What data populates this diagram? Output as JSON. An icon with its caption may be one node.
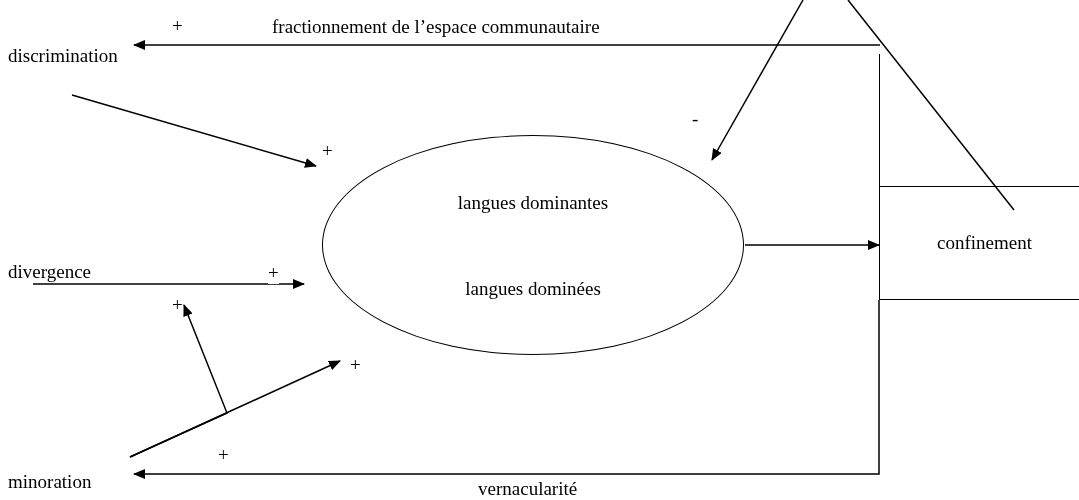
{
  "diagram": {
    "nodes": [
      {
        "text": [
          "discrimination"
        ]
      },
      {
        "text": [
          "langues dominantes",
          "langues dominées"
        ]
      },
      {
        "text": [
          "divergence"
        ]
      },
      {
        "text": [
          "minoration"
        ]
      },
      {
        "text": [
          "confinement"
        ]
      },
      {
        "text": [],
        "shape": "triangle"
      }
    ],
    "edges": [
      {
        "from": 5,
        "to": 0,
        "arrow": "to",
        "label": "fractionnement de l’espace communautaire"
      },
      {
        "from": 0,
        "to": 1,
        "arrow": "to",
        "label": "+"
      },
      {
        "from": 5,
        "to": 1,
        "arrow": "to",
        "label": "-"
      },
      {
        "from": 2,
        "to": 1,
        "arrow": "to",
        "label": "+"
      },
      {
        "from": 3,
        "to": 1,
        "arrow": "to",
        "label": "+"
      },
      {
        "from": 3,
        "to": null,
        "arrow": "to",
        "label": "+"
      },
      {
        "from": 1,
        "to": 4,
        "arrow": "to"
      },
      {
        "from": 4,
        "to": 3,
        "arrow": "to",
        "label": "vernacularité"
      }
    ],
    "labels": [
      "+",
      "+"
    ]
  }
}
